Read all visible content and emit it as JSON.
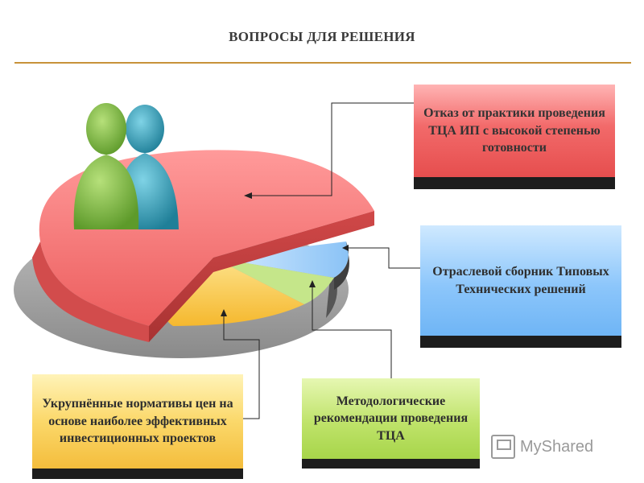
{
  "title": "ВОПРОСЫ ДЛЯ РЕШЕНИЯ",
  "boxes": {
    "refusal": "Отказ от практики проведения ТЦА ИП с высокой степенью готовности",
    "catalog": "Отраслевой сборник Типовых Технических решений",
    "norms": "Укрупнённые нормативы цен на основе наиболее эффективных инвестиционных проектов",
    "method": "Методологические рекомендации проведения ТЦА"
  },
  "watermark": "MyShared",
  "colors": {
    "red": "#f06b6b",
    "blue": "#9fd0fb",
    "yellow": "#f9c94a",
    "green": "#c5e68a",
    "grey": "#a9a9a9",
    "person_green": "#7ab83c",
    "person_teal": "#2e9ab5",
    "accent_rule": "#c8923a"
  },
  "icons": [
    "people-icon",
    "monitor-icon"
  ]
}
